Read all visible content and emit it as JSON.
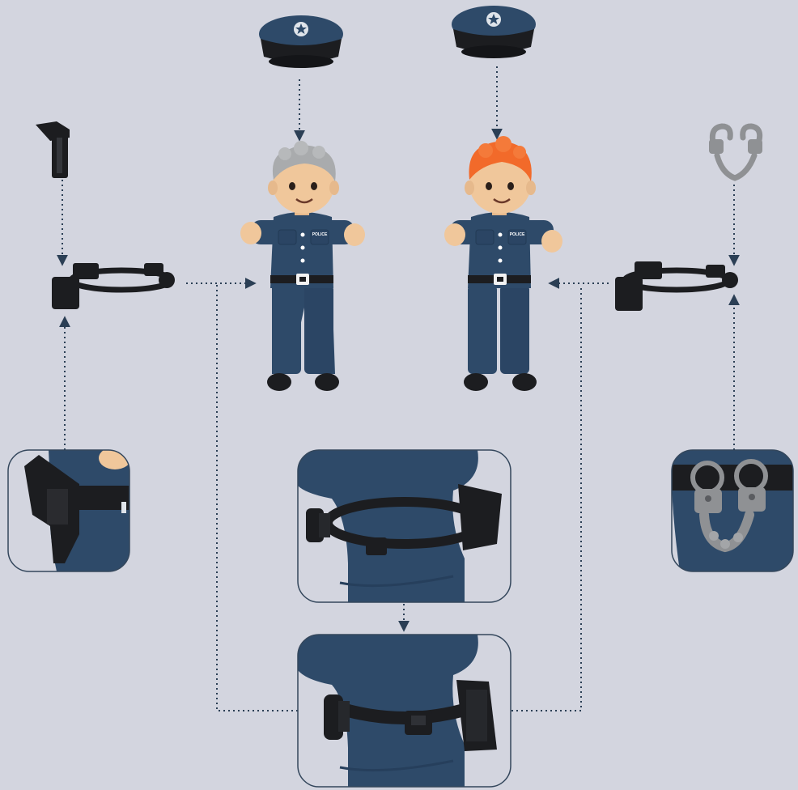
{
  "palette": {
    "background": "#d3d5df",
    "uniform_blue": "#2e4a69",
    "uniform_dark": "#203a56",
    "accessory_black": "#1c1d20",
    "connector": "#2b3f55",
    "skin": "#f0c79b",
    "hair_grey": "#a9abad",
    "hair_orange": "#f26a2a",
    "handcuff_grey": "#8f9194",
    "panel_border": "#34475c"
  },
  "figures": [
    {
      "name": "officer-grey-hair",
      "hair_color": "grey"
    },
    {
      "name": "officer-orange-hair",
      "hair_color": "orange"
    }
  ],
  "badges": {
    "left": "POLICE",
    "right": "POLICE"
  },
  "icons": [
    "police-cap-icon",
    "pistol-icon",
    "handcuffs-icon",
    "duty-belt-icon",
    "holster-icon",
    "buckle-icon"
  ]
}
